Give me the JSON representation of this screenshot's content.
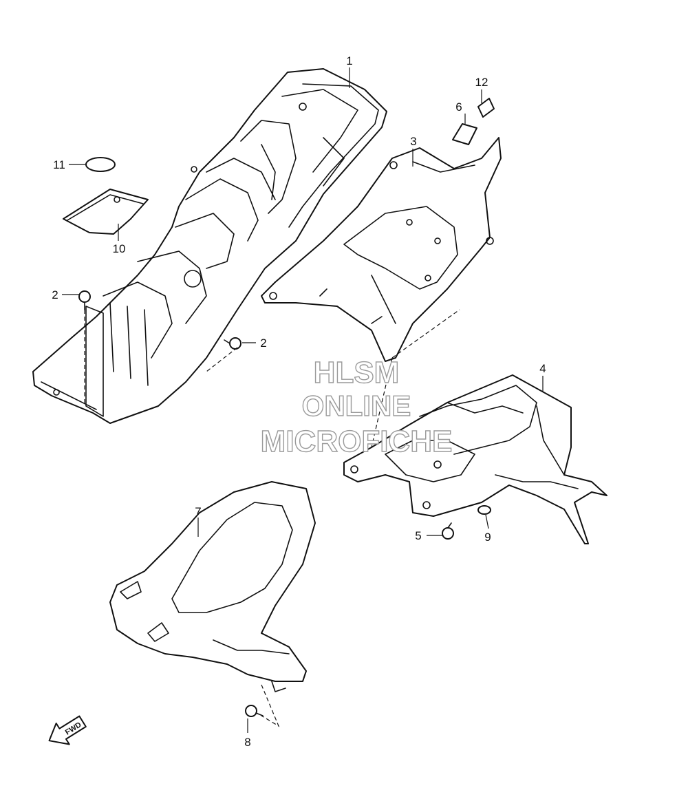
{
  "callouts": {
    "c1": "1",
    "c2a": "2",
    "c2b": "2",
    "c3": "3",
    "c4": "4",
    "c5": "5",
    "c6": "6",
    "c7": "7",
    "c8": "8",
    "c9": "9",
    "c10": "10",
    "c11": "11",
    "c12": "12"
  },
  "watermark": {
    "line1": "HLSM",
    "line2": "ONLINE",
    "line3": "MICROFICHE"
  },
  "fwd_label": "FWD",
  "colors": {
    "line": "#111111",
    "watermark_outline": "#9a9a9a",
    "background": "#ffffff"
  }
}
